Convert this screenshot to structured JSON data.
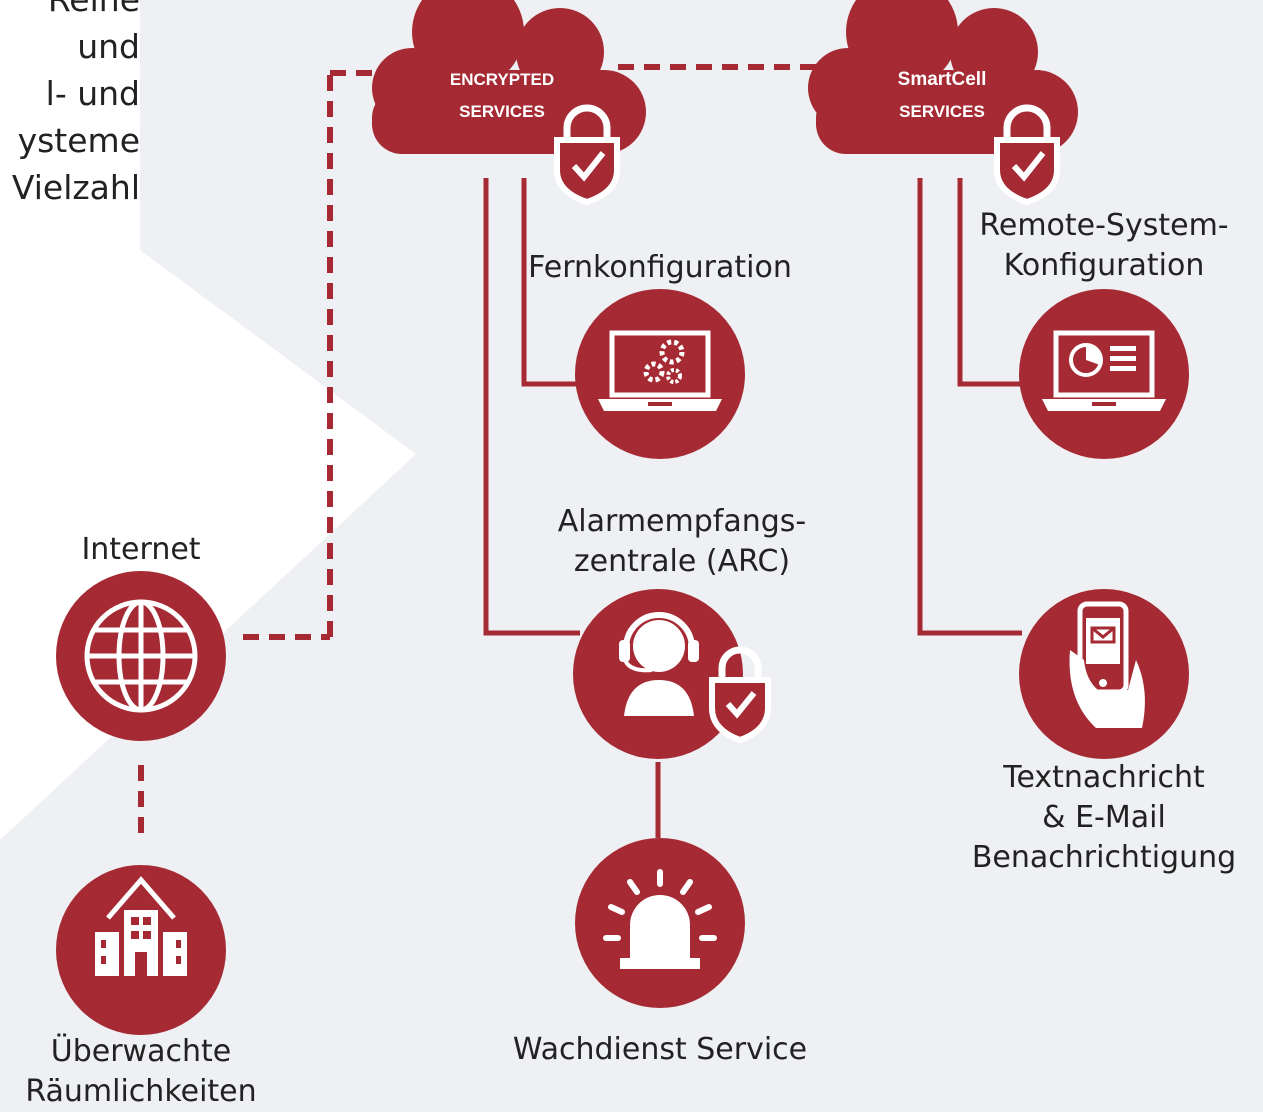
{
  "intro_lines": [
    "Reihe",
    "und",
    "l-   und",
    "ysteme",
    "Vielzahl"
  ],
  "clouds": {
    "encrypted": {
      "line1": "ENCRYPTED",
      "line2": "SERVICES"
    },
    "smartcell": {
      "line1": "SmartCell",
      "line2": "SERVICES"
    }
  },
  "nodes": {
    "internet": "Internet",
    "premises_line1": "Überwachte",
    "premises_line2": "Räumlichkeiten",
    "fernkonfiguration": "Fernkonfiguration",
    "remote_line1": "Remote-System-",
    "remote_line2": "Konfiguration",
    "arc_line1": "Alarmempfangs-",
    "arc_line2": "zentrale (ARC)",
    "guard": "Wachdienst Service",
    "sms_line1": "Textnachricht",
    "sms_line2": "& E-Mail",
    "sms_line3": "Benachrichtigung"
  },
  "colors": {
    "brand_red": "#a52a33",
    "background": "#eef0f3",
    "panel": "#ffffff",
    "text": "#222222"
  }
}
